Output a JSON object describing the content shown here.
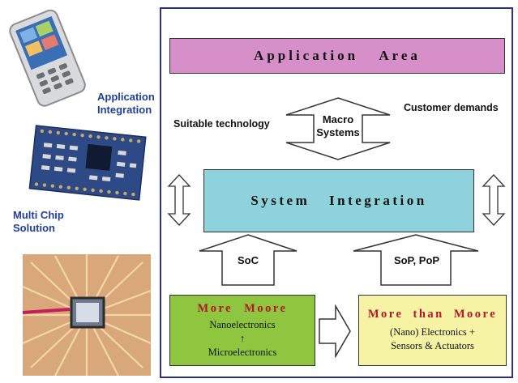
{
  "left": {
    "application_integration": [
      "Application",
      "Integration"
    ],
    "multi_chip_solution": [
      "Multi Chip",
      "Solution"
    ]
  },
  "diagram": {
    "application_area": "Application Area",
    "macro_systems": [
      "Macro",
      "Systems"
    ],
    "suitable_technology": "Suitable technology",
    "customer_demands": "Customer demands",
    "system_integration": "System Integration",
    "soc": "SoC",
    "sop_pop": "SoP, PoP",
    "more_moore": {
      "title": "More Moore",
      "line1": "Nanoelectronics",
      "line2": "↑",
      "line3": "Microelectronics"
    },
    "more_than_moore": {
      "title": "More than Moore",
      "line1": "(Nano) Electronics +",
      "line2": "Sensors & Actuators"
    }
  },
  "colors": {
    "application_area": "#d68fc9",
    "system_integration": "#8ed3dc",
    "more_moore": "#8ec63f",
    "more_than_moore": "#f6f3a5",
    "title_red": "#b5162a",
    "frame": "#2a2f8a",
    "label_blue": "#1f3f9a"
  }
}
